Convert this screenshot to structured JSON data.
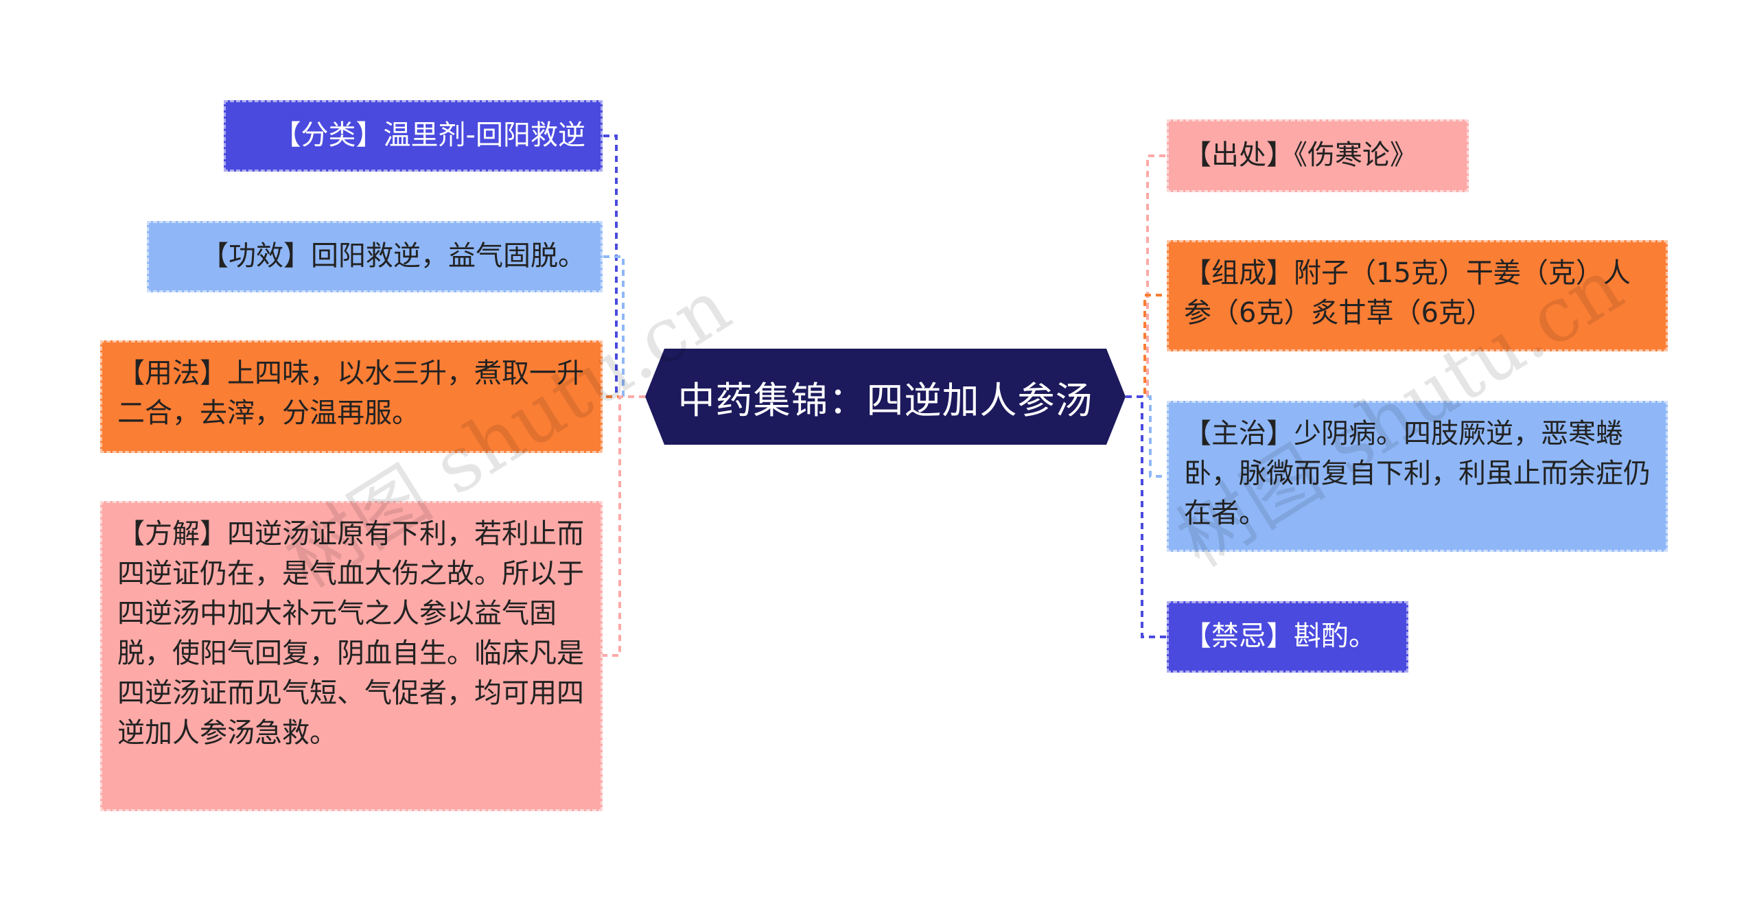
{
  "center_topic": "中药集锦：四逆加人参汤",
  "left_nodes": [
    {
      "id": "category",
      "text": "【分类】温里剂-回阳救逆",
      "color": "#4a4adf",
      "text_color": "#ffffff"
    },
    {
      "id": "efficacy",
      "text": "【功效】回阳救逆，益气固脱。",
      "color": "#8fb7f7",
      "text_color": "#222222"
    },
    {
      "id": "usage",
      "text": "【用法】上四味，以水三升，煮取一升二合，去滓，分温再服。",
      "color": "#fb7e35",
      "text_color": "#222222"
    },
    {
      "id": "explanation",
      "text": "【方解】四逆汤证原有下利，若利止而四逆证仍在，是气血大伤之故。所以于四逆汤中加大补元气之人参以益气固脱，使阳气回复，阴血自生。临床凡是四逆汤证而见气短、气促者，均可用四逆加人参汤急救。",
      "color": "#fca9a7",
      "text_color": "#222222"
    }
  ],
  "right_nodes": [
    {
      "id": "source",
      "text": "【出处】《伤寒论》",
      "color": "#fca9a7",
      "text_color": "#222222"
    },
    {
      "id": "composition",
      "text": "【组成】附子（15克）干姜（克）人参（6克）炙甘草（6克）",
      "color": "#fb7e35",
      "text_color": "#222222"
    },
    {
      "id": "indication",
      "text": "【主治】少阴病。四肢厥逆，恶寒蜷卧，脉微而复自下利，利虽止而余症仍在者。",
      "color": "#8fb7f7",
      "text_color": "#222222"
    },
    {
      "id": "contraindication",
      "text": "【禁忌】斟酌。",
      "color": "#4a4adf",
      "text_color": "#ffffff"
    }
  ],
  "watermark": {
    "left": "树图 shutu.cn",
    "right": "树图 shutu.cn"
  }
}
